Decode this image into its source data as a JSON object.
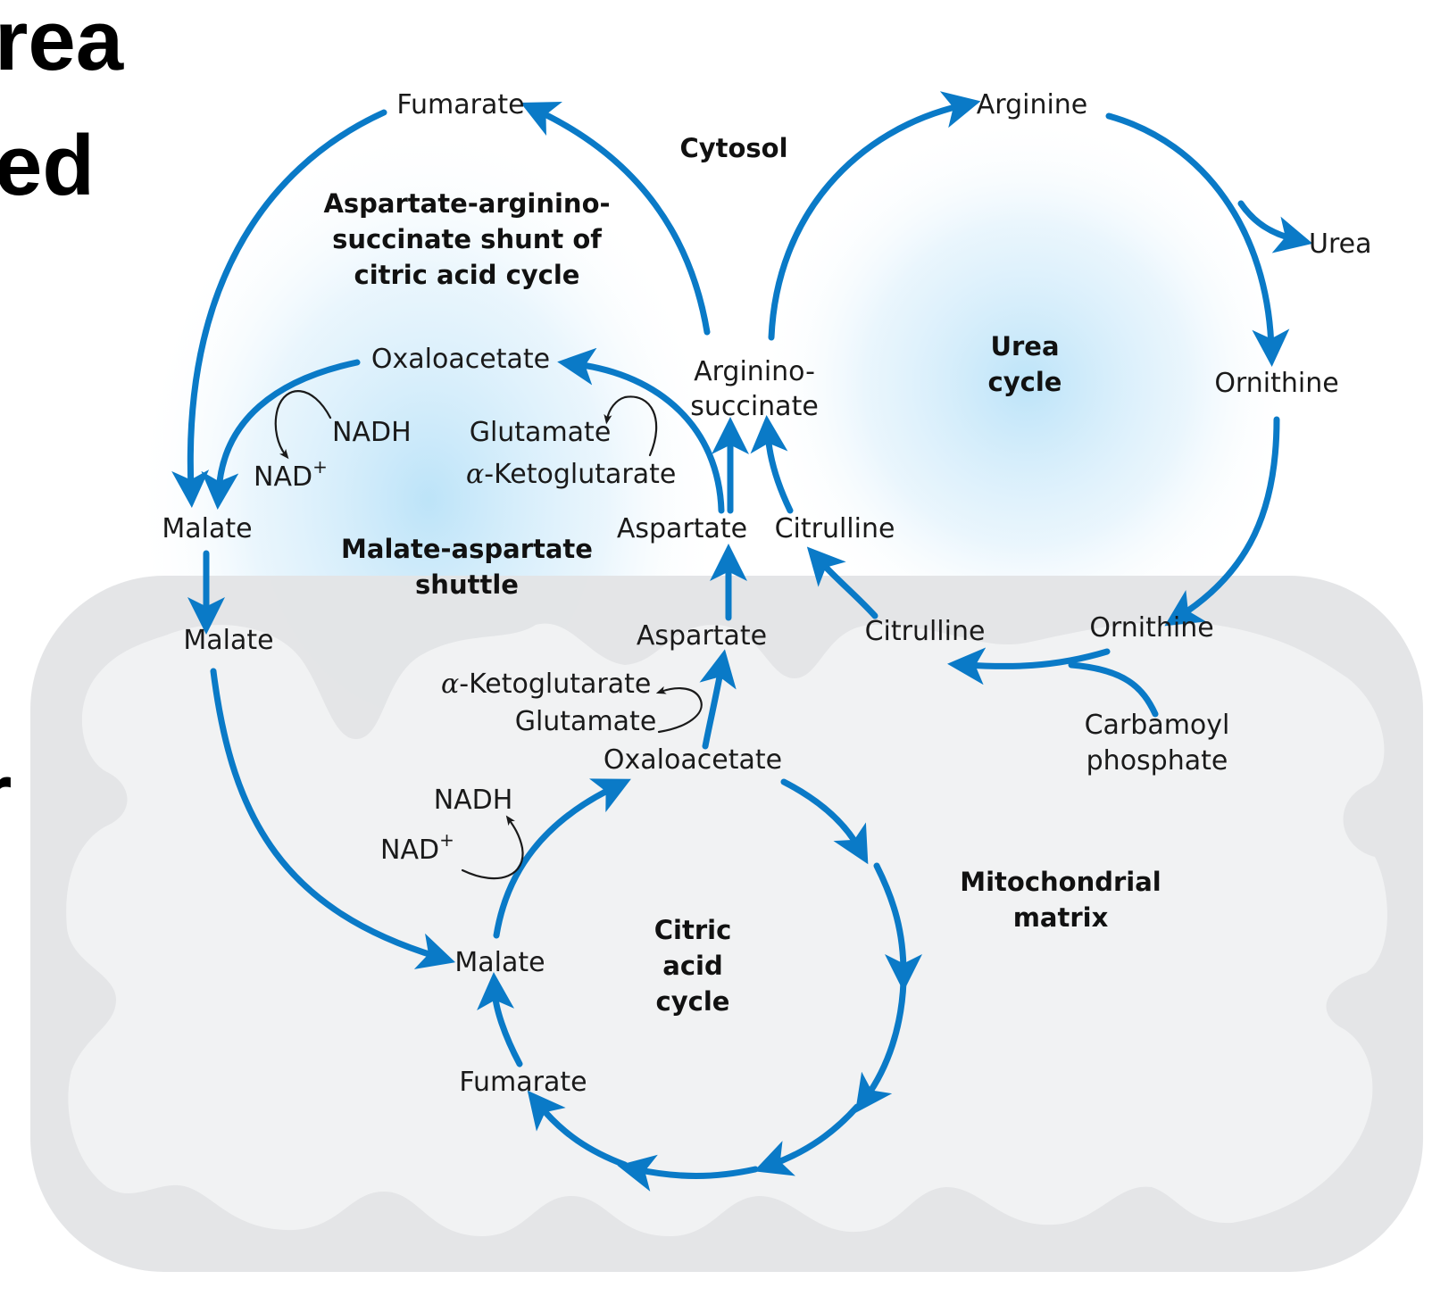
{
  "slide_fragments": [
    "rea",
    "ed",
    "r"
  ],
  "regions": {
    "cytosol": "Cytosol",
    "shunt": [
      "Aspartate-arginino-",
      "succinate shunt of",
      "citric acid cycle"
    ],
    "shuttle": [
      "Malate-aspartate",
      "shuttle"
    ],
    "urea_cycle": [
      "Urea",
      "cycle"
    ],
    "citric_cycle": [
      "Citric",
      "acid",
      "cycle"
    ],
    "matrix": [
      "Mitochondrial",
      "matrix"
    ]
  },
  "metabolites": {
    "fumarate_top": "Fumarate",
    "arginine": "Arginine",
    "urea": "Urea",
    "oxaloacetate_top": "Oxaloacetate",
    "argininosuccinate": [
      "Arginino-",
      "succinate"
    ],
    "ornithine_top": "Ornithine",
    "nadh_top": "NADH",
    "nad_top": "NAD",
    "glutamate_top": "Glutamate",
    "akg_top": "-Ketoglutarate",
    "malate_cyto": "Malate",
    "aspartate_cyto": "Aspartate",
    "citrulline_cyto": "Citrulline",
    "malate_mito": "Malate",
    "aspartate_mito": "Aspartate",
    "citrulline_mito": "Citrulline",
    "ornithine_mito": "Ornithine",
    "akg_mito": "-Ketoglutarate",
    "glutamate_mito": "Glutamate",
    "carbamoyl": [
      "Carbamoyl",
      "phosphate"
    ],
    "oxaloacetate_mito": "Oxaloacetate",
    "nadh_mito": "NADH",
    "nad_mito": "NAD",
    "malate_tca": "Malate",
    "fumarate_tca": "Fumarate"
  },
  "symbols": {
    "alpha": "α",
    "plus": "+"
  },
  "colors": {
    "arrow": "#0a7ac7",
    "glow": "#b9e2f8",
    "mito_outer": "#e3e4e6",
    "mito_inner": "#f1f2f3"
  }
}
